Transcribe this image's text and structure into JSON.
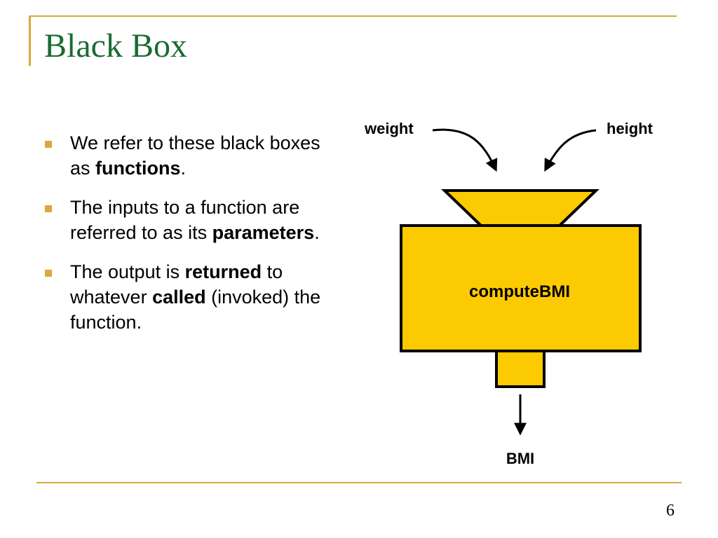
{
  "slide": {
    "title": "Black Box",
    "page_number": "6"
  },
  "bullets": [
    {
      "parts": [
        "We refer to these black boxes as ",
        "functions",
        "."
      ]
    },
    {
      "parts": [
        "The inputs to a function are referred to as its ",
        "parameters",
        "."
      ]
    },
    {
      "parts": [
        "The output is ",
        "returned",
        " to whatever ",
        "called",
        " (invoked) the function."
      ]
    }
  ],
  "diagram": {
    "input_left": "weight",
    "input_right": "height",
    "box_label": "computeBMI",
    "output_label": "BMI",
    "fill_color": "#fcca00"
  }
}
